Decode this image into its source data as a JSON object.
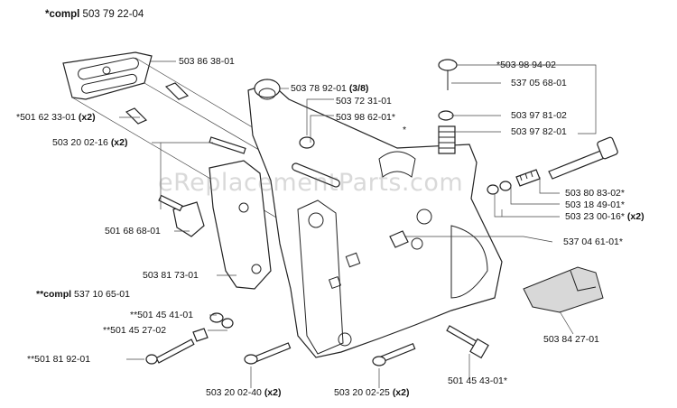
{
  "header": {
    "prefix": "*compl",
    "number": "503 79 22-04"
  },
  "watermark": "eReplacementParts.com",
  "labels": [
    {
      "id": "l1",
      "text": "503 86 38-01",
      "suffix": ""
    },
    {
      "id": "l2",
      "text": "503 78 92-01",
      "suffix": "(3/8)"
    },
    {
      "id": "l3",
      "text": "503 72 31-01",
      "suffix": ""
    },
    {
      "id": "l4",
      "text": "503 98 62-01*",
      "suffix": ""
    },
    {
      "id": "l5",
      "text": "*501 62 33-01",
      "suffix": "(x2)"
    },
    {
      "id": "l6",
      "text": "503 20 02-16",
      "suffix": "(x2)"
    },
    {
      "id": "l7",
      "text": "501 68 68-01",
      "suffix": ""
    },
    {
      "id": "l8",
      "text": "503 81 73-01",
      "suffix": ""
    },
    {
      "id": "l9",
      "text": "537 10 65-01",
      "prefix": "**compl",
      "suffix": ""
    },
    {
      "id": "l10",
      "text": "**501 45 41-01",
      "suffix": ""
    },
    {
      "id": "l11",
      "text": "**501 45 27-02",
      "suffix": ""
    },
    {
      "id": "l12",
      "text": "**501 81 92-01",
      "suffix": ""
    },
    {
      "id": "l13",
      "text": "503 20 02-40",
      "suffix": "(x2)"
    },
    {
      "id": "l14",
      "text": "503 20 02-25",
      "suffix": "(x2)"
    },
    {
      "id": "l15",
      "text": "501 45 43-01*",
      "suffix": ""
    },
    {
      "id": "l16",
      "text": "503 84 27-01",
      "suffix": ""
    },
    {
      "id": "l17",
      "text": "537 04 61-01*",
      "suffix": ""
    },
    {
      "id": "l18",
      "text": "*503 98 94-02",
      "suffix": ""
    },
    {
      "id": "l19",
      "text": "537 05 68-01",
      "suffix": ""
    },
    {
      "id": "l20",
      "text": "503 97 81-02",
      "suffix": ""
    },
    {
      "id": "l21",
      "text": "503 97 82-01",
      "suffix": ""
    },
    {
      "id": "l22",
      "text": "503 80 83-02*",
      "suffix": ""
    },
    {
      "id": "l23",
      "text": "503 18 49-01*",
      "suffix": ""
    },
    {
      "id": "l24",
      "text": "503 23 00-16*",
      "suffix": "(x2)"
    }
  ],
  "star_mark": "*"
}
